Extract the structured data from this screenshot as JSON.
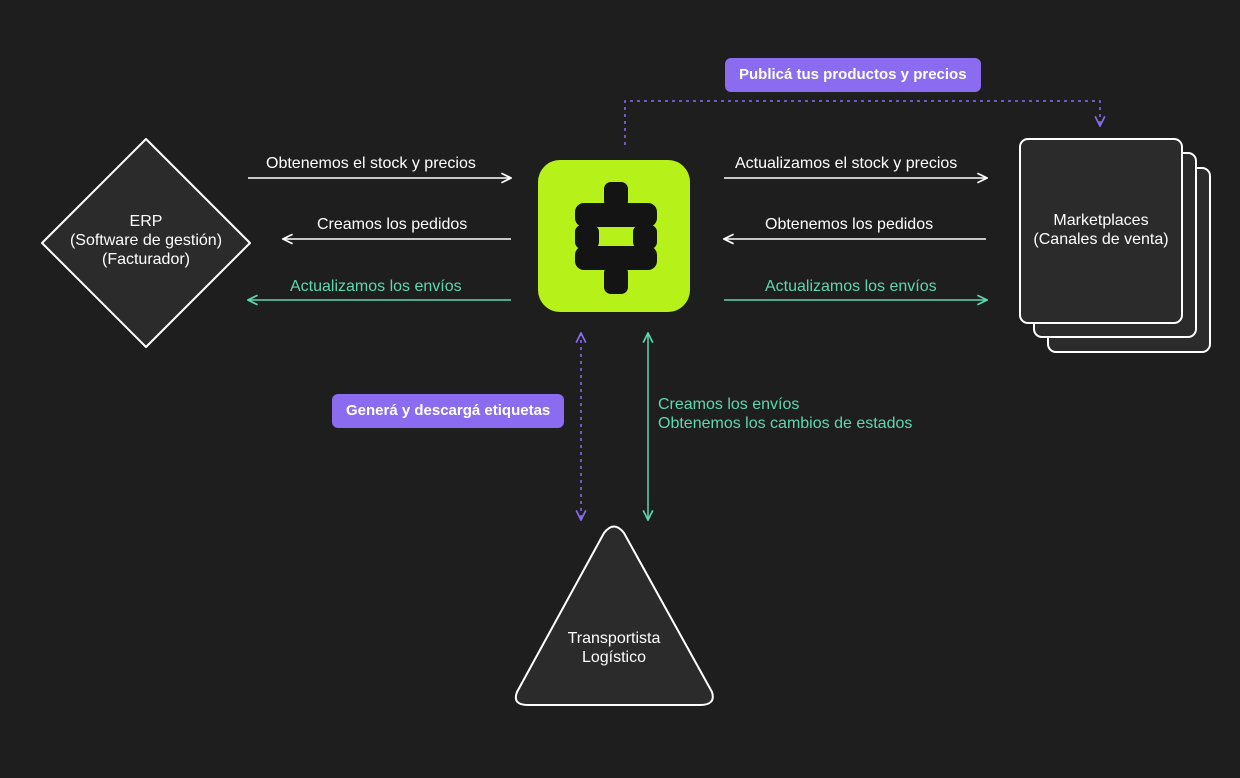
{
  "colors": {
    "background": "#1e1e1e",
    "node_fill": "#2b2b2b",
    "node_stroke": "#ffffff",
    "hub": "#b6f21a",
    "teal": "#5fd7ae",
    "purple": "#8b6cf0"
  },
  "nodes": {
    "erp": {
      "line1": "ERP",
      "line2": "(Software de gestión)",
      "line3": "(Facturador)"
    },
    "marketplaces": {
      "line1": "Marketplaces",
      "line2": "(Canales de venta)"
    },
    "carrier": {
      "line1": "Transportista",
      "line2": "Logístico"
    },
    "hub": {
      "icon": "hub-logo-icon"
    }
  },
  "labels": {
    "erp_to_hub": "Obtenemos el stock y precios",
    "hub_to_erp_orders": "Creamos los pedidos",
    "hub_to_erp_shipments": "Actualizamos los envíos",
    "hub_to_mkt_stock": "Actualizamos el stock y precios",
    "mkt_to_hub_orders": "Obtenemos los pedidos",
    "hub_to_mkt_shipments": "Actualizamos los envíos",
    "carrier_line1": "Creamos los envíos",
    "carrier_line2": "Obtenemos los cambios de estados"
  },
  "pills": {
    "publish": "Publicá tus productos y precios",
    "labels": "Generá y descargá etiquetas"
  }
}
